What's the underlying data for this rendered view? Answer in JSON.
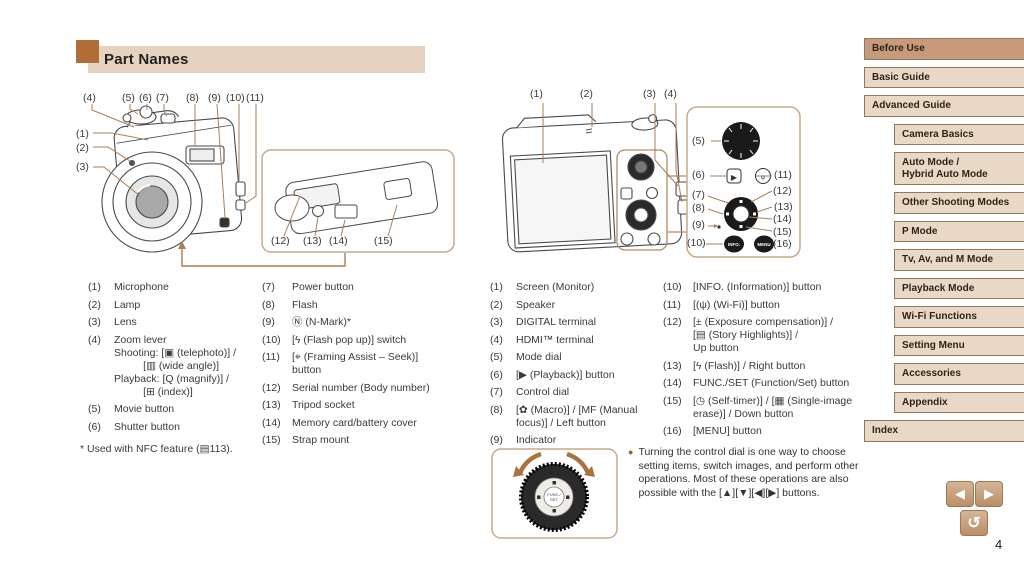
{
  "page": {
    "number": "4"
  },
  "header": {
    "title": "Part Names"
  },
  "colors": {
    "accent_square": "#b26c35",
    "title_bar": "#e5d3bf",
    "panel_border": "#c9a887",
    "leader_line": "#a97e55",
    "sidebar_item": "#e9d8c5",
    "sidebar_active": "#c69a7a",
    "nav_button": "#c39b76"
  },
  "diagram_front": {
    "top_labels": [
      "(4)",
      "(5)",
      "(6)",
      "(7)",
      "(8)",
      "(9)",
      "(10)",
      "(11)"
    ],
    "left_labels": [
      "(1)",
      "(2)",
      "(3)"
    ],
    "bottom_labels": [
      "(12)",
      "(13)",
      "(14)",
      "(15)"
    ]
  },
  "diagram_back": {
    "top_labels": [
      "(1)",
      "(2)",
      "(3)",
      "(4)"
    ],
    "panel_left_labels": [
      "(5)",
      "(6)",
      "(7)",
      "(8)",
      "(9)",
      "(10)"
    ],
    "panel_right_labels": [
      "(11)",
      "(12)",
      "(13)",
      "(14)",
      "(15)",
      "(16)"
    ]
  },
  "blowup": {
    "info_label": "INFO.",
    "menu_label": "MENU",
    "func_label": "FUNC./",
    "set_label": "SET"
  },
  "parts": {
    "front_a": [
      {
        "num": "(1)",
        "text": "Microphone"
      },
      {
        "num": "(2)",
        "text": "Lamp"
      },
      {
        "num": "(3)",
        "text": "Lens"
      },
      {
        "num": "(4)",
        "text": "Zoom lever\nShooting: [▣ (telephoto)] /\n          [▥ (wide angle)]\nPlayback: [Q (magnify)] /\n          [⊞ (index)]"
      },
      {
        "num": "(5)",
        "text": "Movie button"
      },
      {
        "num": "(6)",
        "text": "Shutter button"
      }
    ],
    "front_b": [
      {
        "num": "(7)",
        "text": "Power button"
      },
      {
        "num": "(8)",
        "text": "Flash"
      },
      {
        "num": "(9)",
        "text": "Ⓝ (N-Mark)*"
      },
      {
        "num": "(10)",
        "text": "[ϟ (Flash pop up)] switch"
      },
      {
        "num": "(11)",
        "text": "[⌖ (Framing Assist – Seek)]\nbutton"
      },
      {
        "num": "(12)",
        "text": "Serial number (Body number)"
      },
      {
        "num": "(13)",
        "text": "Tripod socket"
      },
      {
        "num": "(14)",
        "text": "Memory card/battery cover"
      },
      {
        "num": "(15)",
        "text": "Strap mount"
      }
    ],
    "back_a": [
      {
        "num": "(1)",
        "text": "Screen (Monitor)"
      },
      {
        "num": "(2)",
        "text": "Speaker"
      },
      {
        "num": "(3)",
        "text": "DIGITAL terminal"
      },
      {
        "num": "(4)",
        "text": "HDMI™ terminal"
      },
      {
        "num": "(5)",
        "text": "Mode dial"
      },
      {
        "num": "(6)",
        "text": "[▶ (Playback)] button"
      },
      {
        "num": "(7)",
        "text": "Control dial"
      },
      {
        "num": "(8)",
        "text": "[✿ (Macro)] / [MF (Manual\nfocus)] / Left button"
      },
      {
        "num": "(9)",
        "text": "Indicator"
      }
    ],
    "back_b": [
      {
        "num": "(10)",
        "text": "[INFO. (Information)] button"
      },
      {
        "num": "(11)",
        "text": "[(ψ) (Wi-Fi)] button"
      },
      {
        "num": "(12)",
        "text": "[± (Exposure compensation)] /\n[▤ (Story Highlights)] /\nUp button"
      },
      {
        "num": "(13)",
        "text": "[ϟ (Flash)] / Right button"
      },
      {
        "num": "(14)",
        "text": "FUNC./SET (Function/Set) button"
      },
      {
        "num": "(15)",
        "text": "[◷ (Self-timer)] / [▦ (Single-image\nerase)] / Down button"
      },
      {
        "num": "(16)",
        "text": "[MENU] button"
      }
    ]
  },
  "footnote": "* Used with NFC feature (▤113).",
  "note": {
    "bullet": "●",
    "text": "Turning the control dial is one way to choose setting items, switch images, and perform other operations. Most of these operations are also possible with the [▲][▼][◀][▶] buttons."
  },
  "sidebar": {
    "items": [
      {
        "label": "Before Use",
        "slug": "before-use",
        "level": 0,
        "active": true
      },
      {
        "label": "Basic Guide",
        "slug": "basic-guide",
        "level": 0
      },
      {
        "label": "Advanced Guide",
        "slug": "advanced-guide",
        "level": 0
      },
      {
        "label": "Camera Basics",
        "slug": "camera-basics",
        "level": 1
      },
      {
        "label": "Auto Mode /\nHybrid Auto Mode",
        "slug": "auto-mode-hybrid-auto-mode",
        "level": 1
      },
      {
        "label": "Other Shooting Modes",
        "slug": "other-shooting-modes",
        "level": 1
      },
      {
        "label": "P Mode",
        "slug": "p-mode",
        "level": 1
      },
      {
        "label": "Tv, Av, and M Mode",
        "slug": "tv-av-and-m-mode",
        "level": 1
      },
      {
        "label": "Playback Mode",
        "slug": "playback-mode",
        "level": 1
      },
      {
        "label": "Wi-Fi Functions",
        "slug": "wi-fi-functions",
        "level": 1
      },
      {
        "label": "Setting Menu",
        "slug": "setting-menu",
        "level": 1
      },
      {
        "label": "Accessories",
        "slug": "accessories",
        "level": 1
      },
      {
        "label": "Appendix",
        "slug": "appendix",
        "level": 1
      },
      {
        "label": "Index",
        "slug": "index",
        "level": 0
      }
    ]
  },
  "nav": {
    "prev": "◀",
    "next": "▶",
    "back": "↺"
  }
}
